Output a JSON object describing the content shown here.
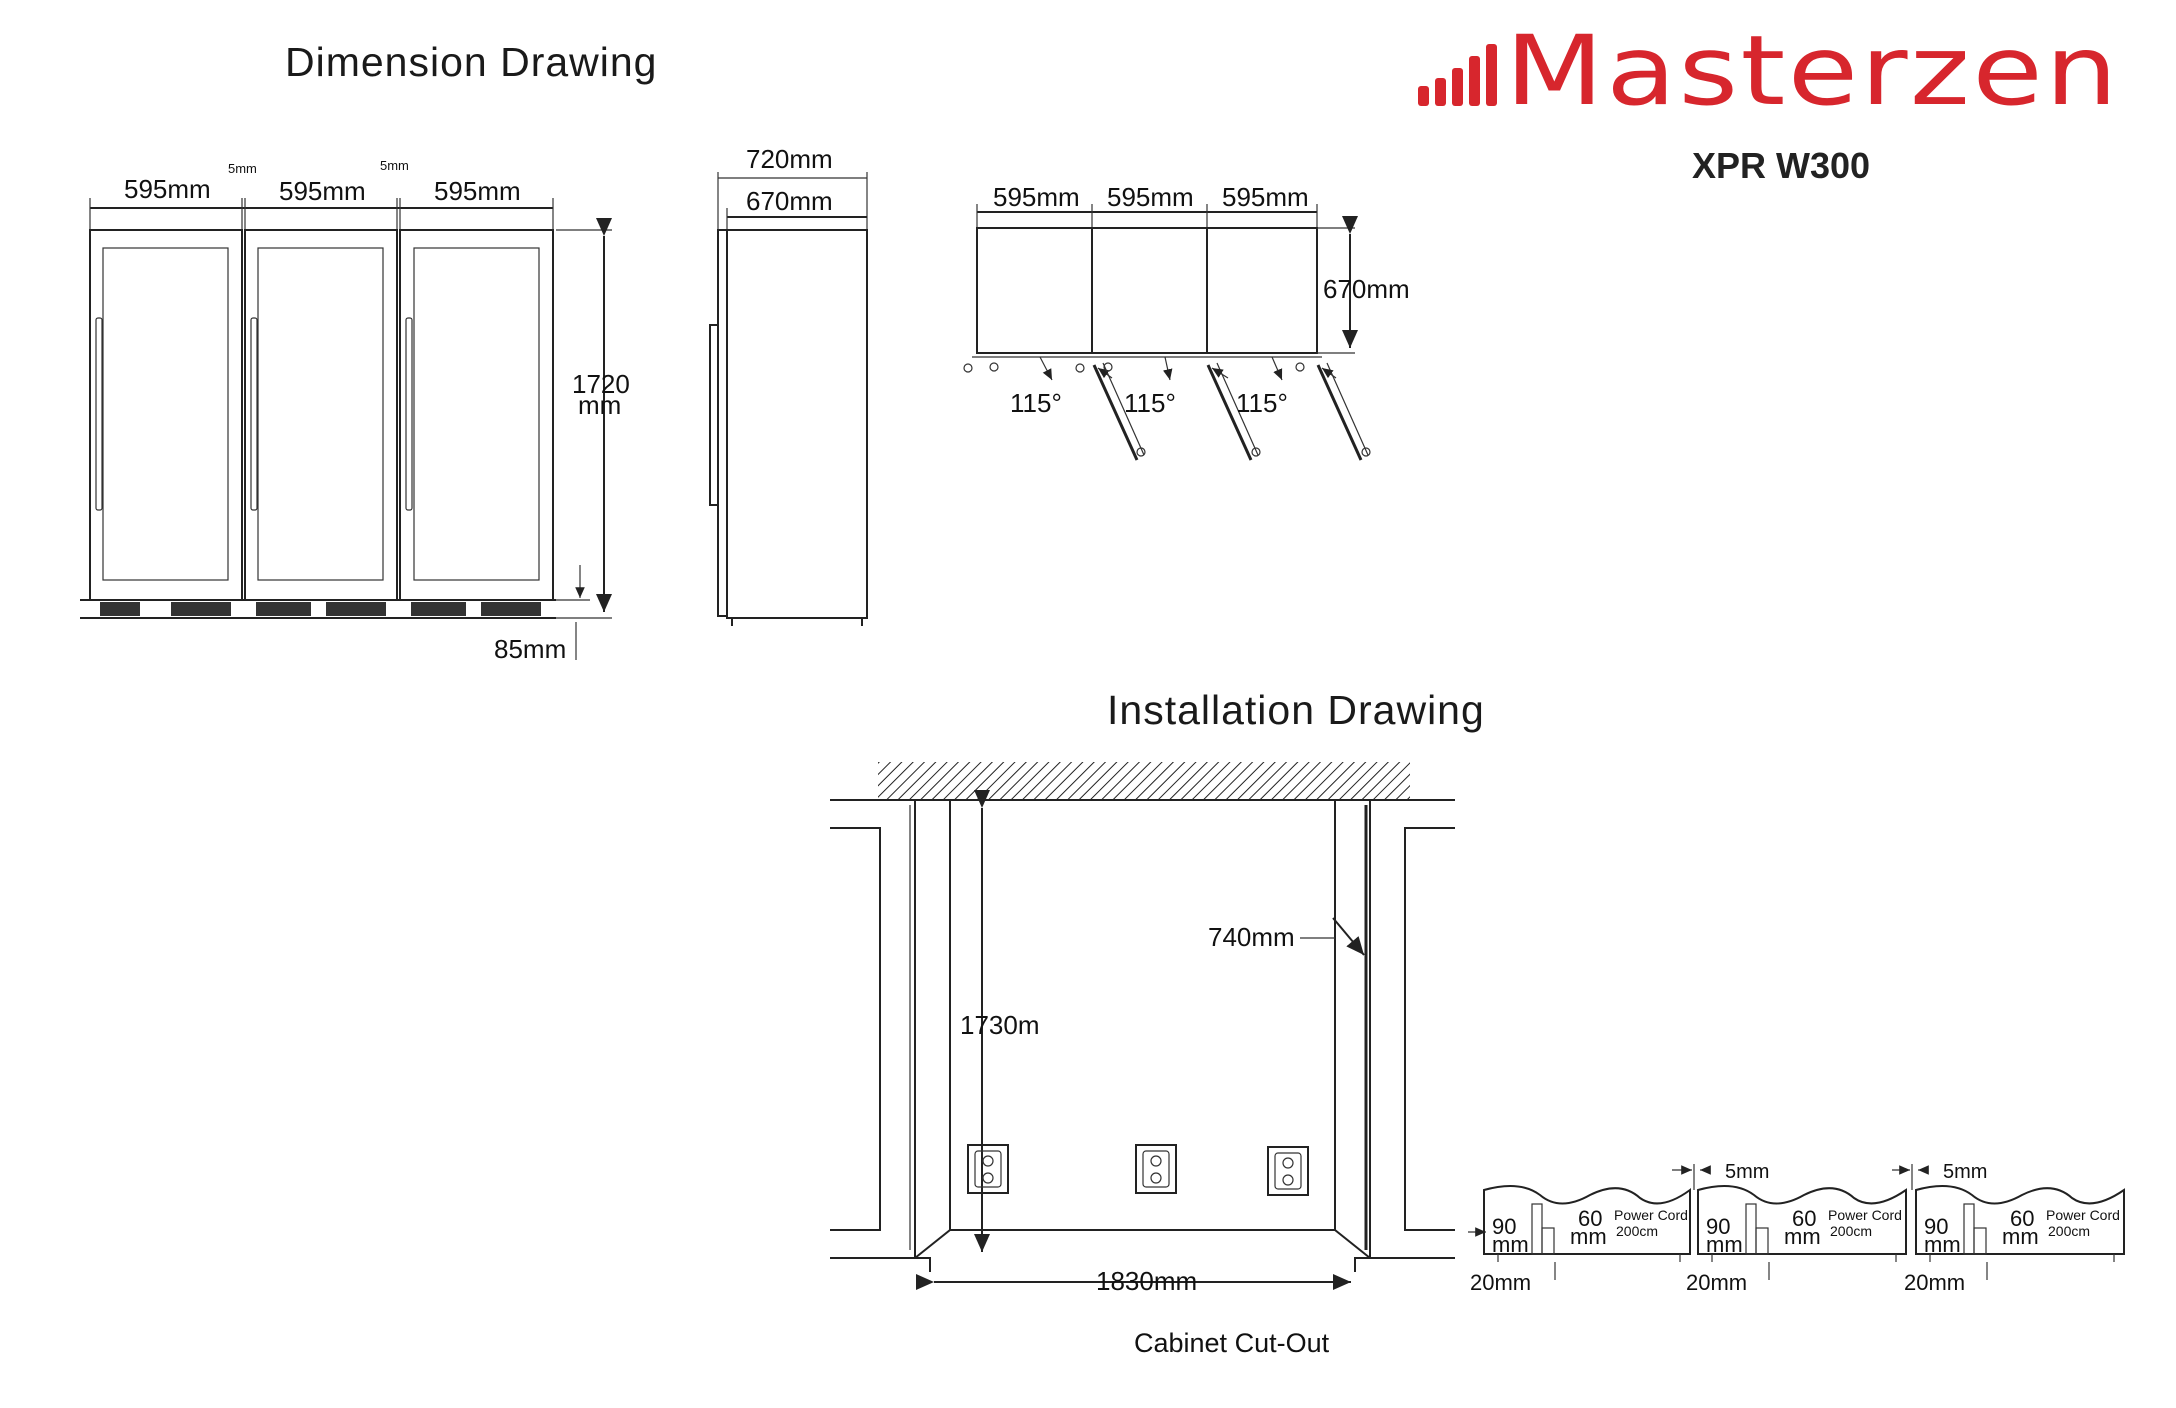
{
  "dimension_title": "Dimension Drawing",
  "installation_title": "Installation Drawing",
  "brand": {
    "name": "Masterzen",
    "model": "XPR W300",
    "color": "#d7262d"
  },
  "front_view": {
    "widths": [
      "595mm",
      "595mm",
      "595mm"
    ],
    "gaps": [
      "5mm",
      "5mm"
    ],
    "height_value": "1720",
    "height_unit": "mm",
    "base": "85mm"
  },
  "side_view": {
    "outer_depth": "720mm",
    "inner_depth": "670mm"
  },
  "top_view": {
    "widths": [
      "595mm",
      "595mm",
      "595mm"
    ],
    "depth": "670mm",
    "angles": [
      "115°",
      "115°",
      "115°"
    ]
  },
  "cutout": {
    "depth": "740mm",
    "height": "1730m",
    "width": "1830mm",
    "caption": "Cabinet Cut-Out"
  },
  "detail": {
    "gap_labels": [
      "5mm",
      "5mm"
    ],
    "units": [
      {
        "v90": "90",
        "unit_a": "mm",
        "v60": "60",
        "unit_b": "mm",
        "cord": "Power Cord",
        "cord_len": "200cm",
        "bottom": "20mm"
      },
      {
        "v90": "90",
        "unit_a": "mm",
        "v60": "60",
        "unit_b": "mm",
        "cord": "Power Cord",
        "cord_len": "200cm",
        "bottom": "20mm"
      },
      {
        "v90": "90",
        "unit_a": "mm",
        "v60": "60",
        "unit_b": "mm",
        "cord": "Power Cord",
        "cord_len": "200cm",
        "bottom": "20mm"
      }
    ]
  }
}
